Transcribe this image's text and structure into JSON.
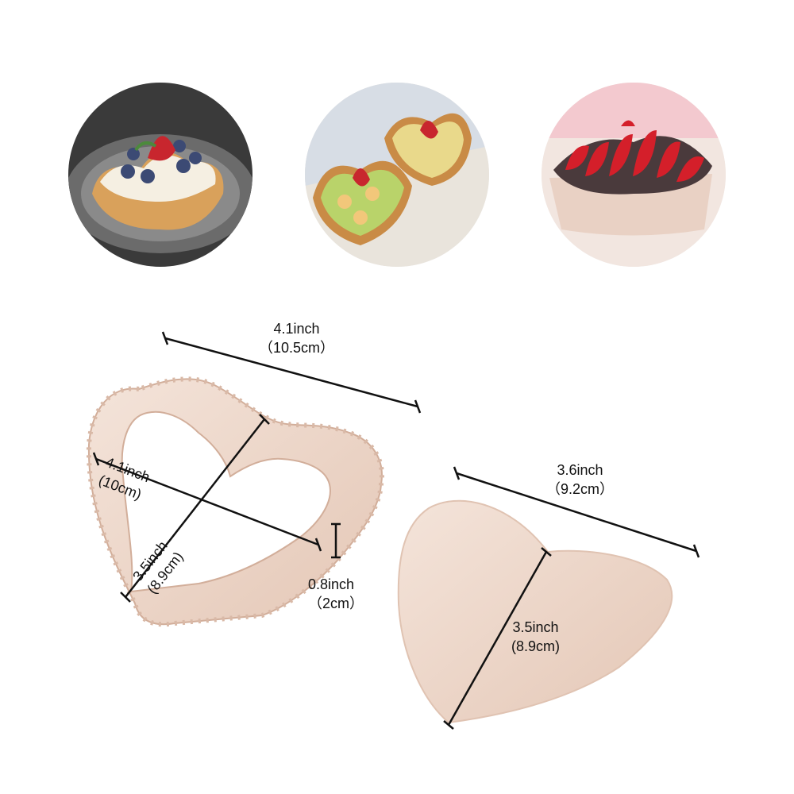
{
  "photos": [
    {
      "icon": "heart-tart-blueberry-strawberry-photo"
    },
    {
      "icon": "heart-tart-pair-on-paper-photo"
    },
    {
      "icon": "heart-tart-chocolate-strawberry-photo"
    }
  ],
  "dimensions": {
    "top_width": {
      "inch": "4.1inch",
      "cm": "（10.5cm）"
    },
    "inner_width": {
      "inch": "4.1inch",
      "cm": "(10cm)"
    },
    "inner_height": {
      "inch": "3.5inch",
      "cm": "(8.9cm)"
    },
    "depth": {
      "inch": "0.8inch",
      "cm": "（2cm）"
    },
    "base_width": {
      "inch": "3.6inch",
      "cm": "（9.2cm）"
    },
    "base_height": {
      "inch": "3.5inch",
      "cm": "(8.9cm)"
    }
  },
  "colors": {
    "pan": "#ead2c4",
    "pan_shadow": "#d9b9a7",
    "pan_highlight": "#f4e4da",
    "line": "#111111"
  }
}
